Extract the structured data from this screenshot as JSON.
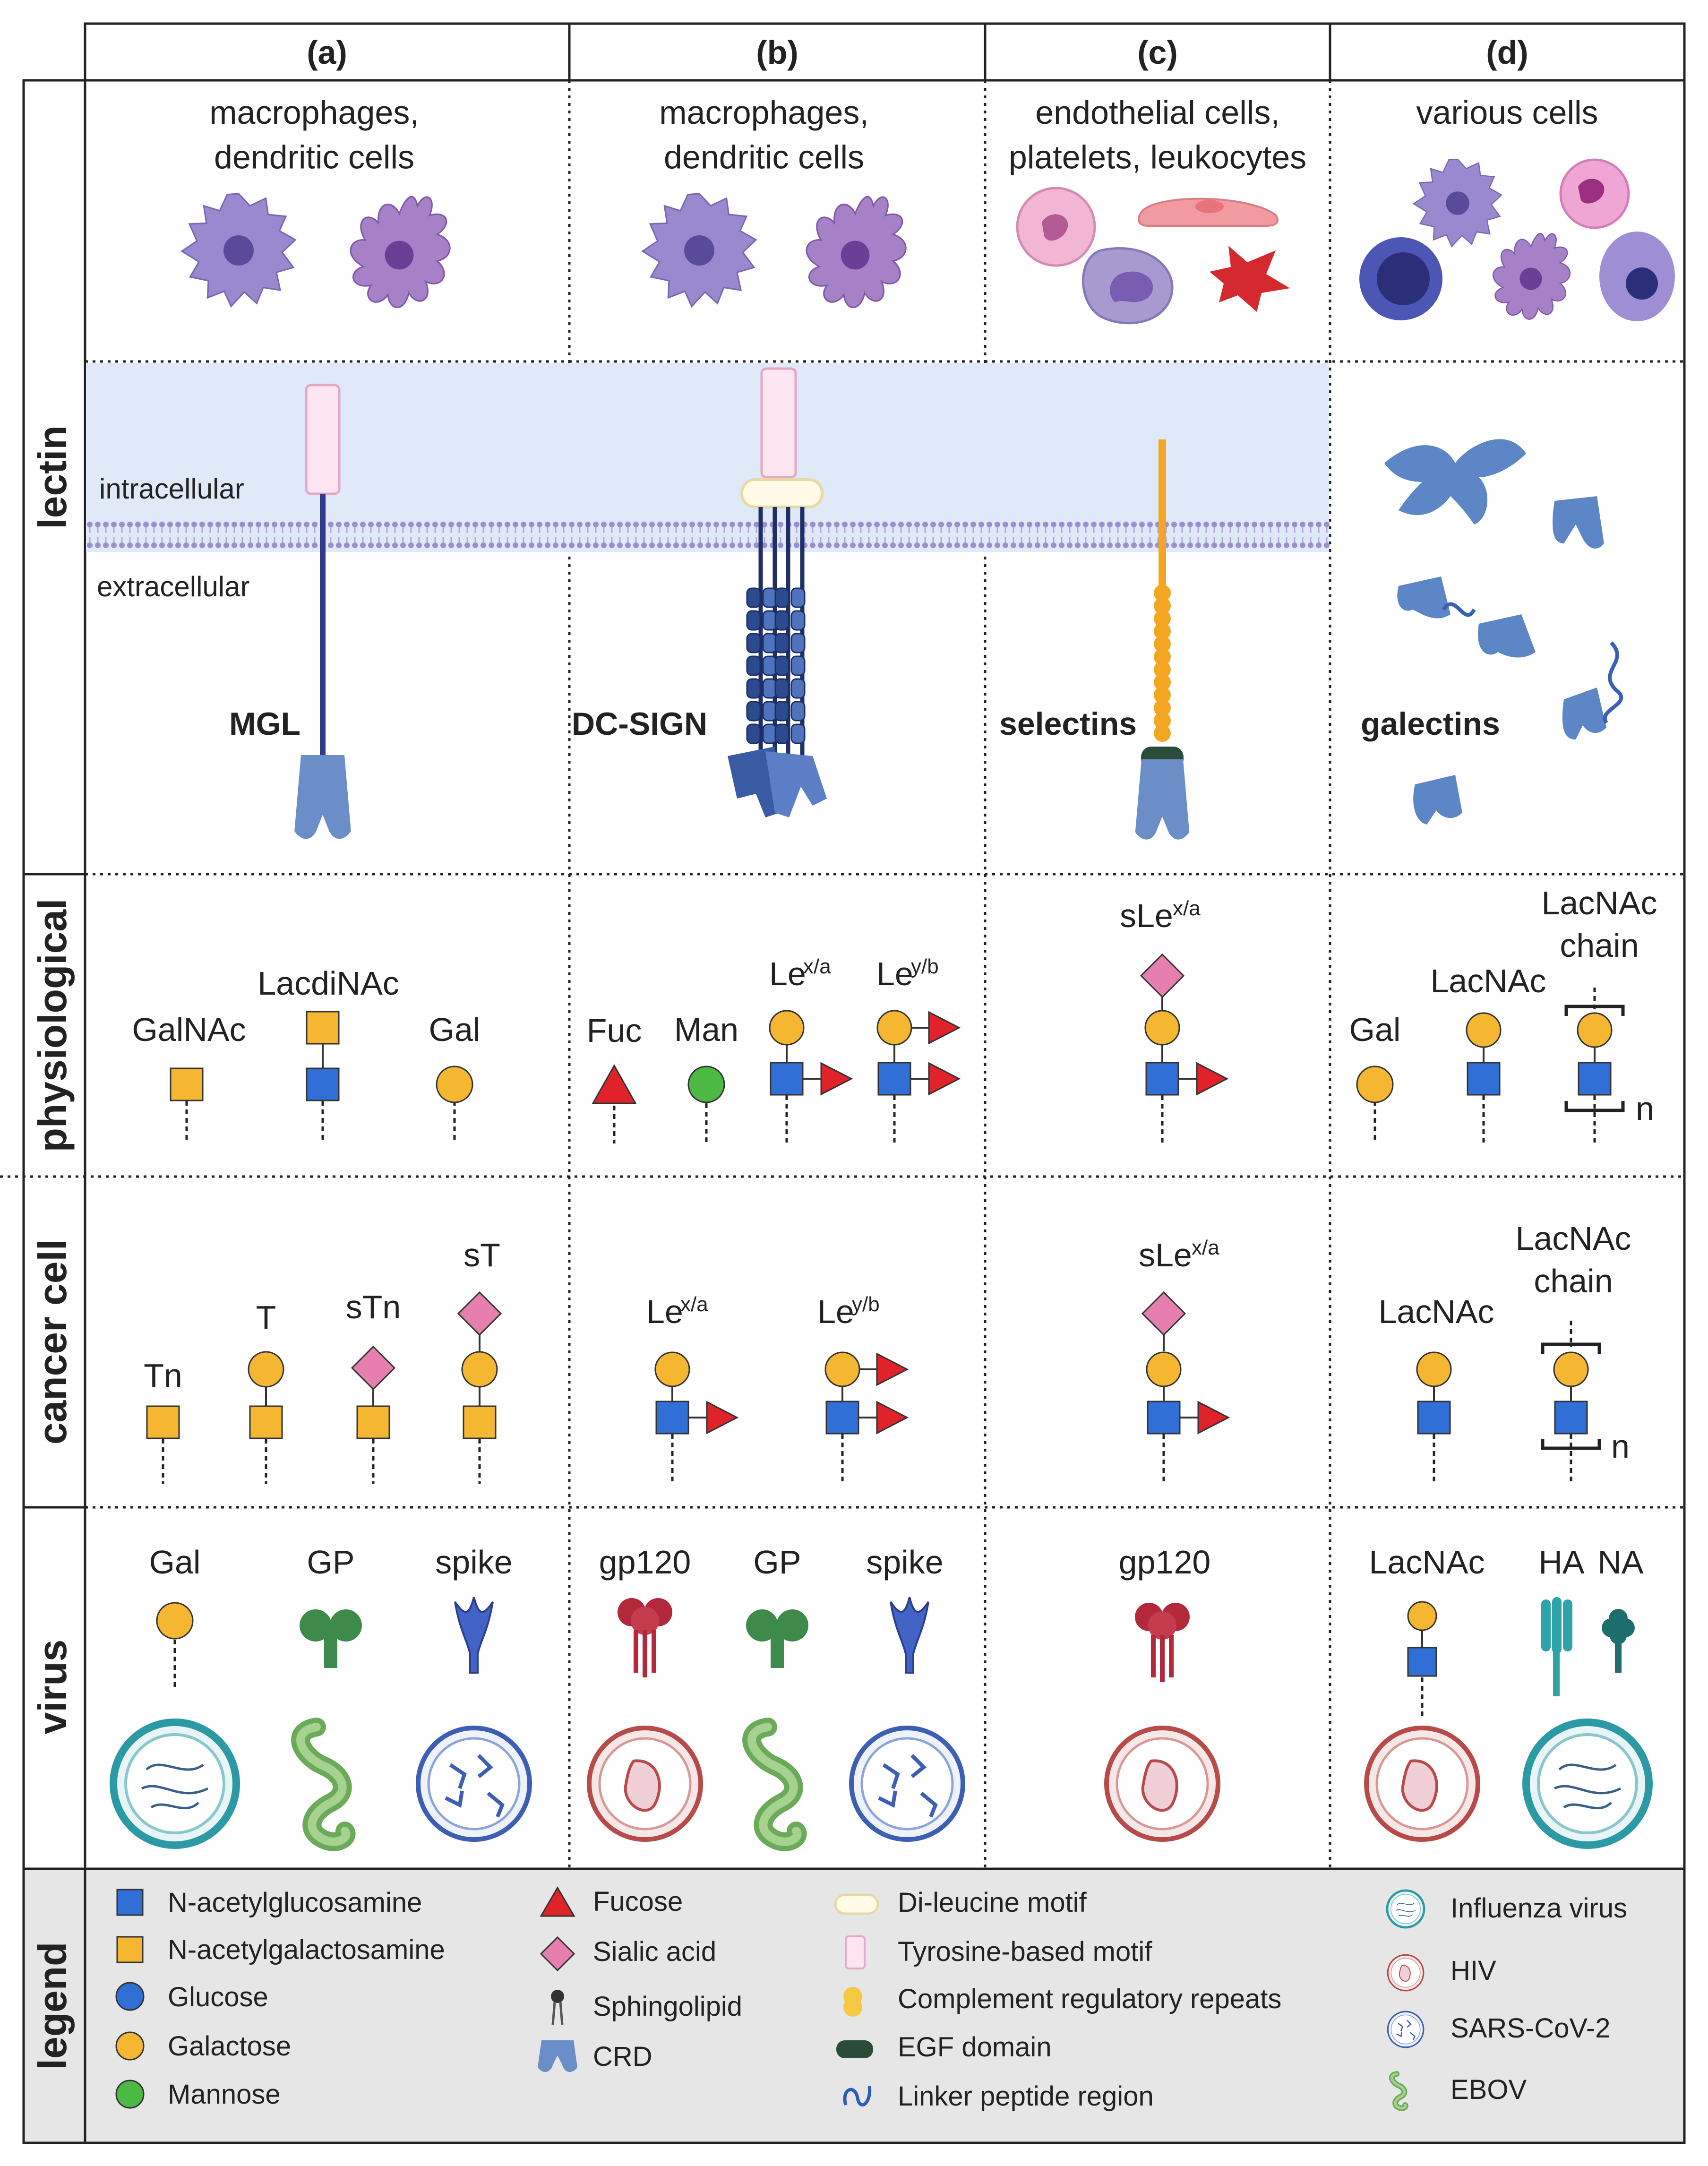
{
  "columns": [
    "(a)",
    "(b)",
    "(c)",
    "(d)"
  ],
  "rows": [
    "lectin",
    "physiological",
    "cancer cell",
    "virus",
    "legend"
  ],
  "cells": {
    "a": "macrophages,\ndendritic cells",
    "b": "macrophages,\ndendritic cells",
    "c": "endothelial cells,\nplatelets, leukocytes",
    "d": "various cells"
  },
  "membrane": {
    "intracellular": "intracellular",
    "extracellular": "extracellular"
  },
  "lectins": [
    "MGL",
    "DC-SIGN",
    "selectins",
    "galectins"
  ],
  "physiological": {
    "a": [
      "GalNAc",
      "LacdiNAc",
      "Gal"
    ],
    "b": [
      "Fuc",
      "Man",
      "Le",
      "x/a",
      "Le",
      "y/b"
    ],
    "c": [
      "sLe",
      "x/a"
    ],
    "d": [
      "Gal",
      "LacNAc",
      "LacNAc",
      "chain",
      "n"
    ]
  },
  "cancer": {
    "a": [
      "Tn",
      "T",
      "sTn",
      "sT"
    ],
    "b": [
      "Le",
      "x/a",
      "Le",
      "y/b"
    ],
    "c": [
      "sLe",
      "x/a"
    ],
    "d": [
      "LacNAc",
      "LacNAc",
      "chain",
      "n"
    ]
  },
  "virus": {
    "a": [
      "Gal",
      "GP",
      "spike"
    ],
    "b": [
      "gp120",
      "GP",
      "spike"
    ],
    "c": [
      "gp120"
    ],
    "d": [
      "LacNAc",
      "HA",
      "NA"
    ]
  },
  "legend": {
    "col1": [
      "N-acetylglucosamine",
      "N-acetylgalactosamine",
      "Glucose",
      "Galactose",
      "Mannose"
    ],
    "col2": [
      "Fucose",
      "Sialic acid",
      "Sphingolipid",
      "CRD"
    ],
    "col3": [
      "Di-leucine motif",
      "Tyrosine-based motif",
      "Complement regulatory repeats",
      "EGF domain",
      "Linker peptide region"
    ],
    "col4": [
      "Influenza virus",
      "HIV",
      "SARS-CoV-2",
      "EBOV"
    ]
  },
  "colors": {
    "GlcNAc": "#2f6fd6",
    "GalNAc": "#f5b731",
    "Glucose": "#2f6fd6",
    "Galactose": "#f5b731",
    "Mannose": "#4cb944",
    "Fucose": "#e0222b",
    "Sialic": "#e67fb0",
    "CRD": "#6b8ec8",
    "membraneBand": "#dfe9f7",
    "legendBg": "#e6e6e6",
    "selectin": "#f4a623",
    "galectin": "#5d86c7"
  }
}
